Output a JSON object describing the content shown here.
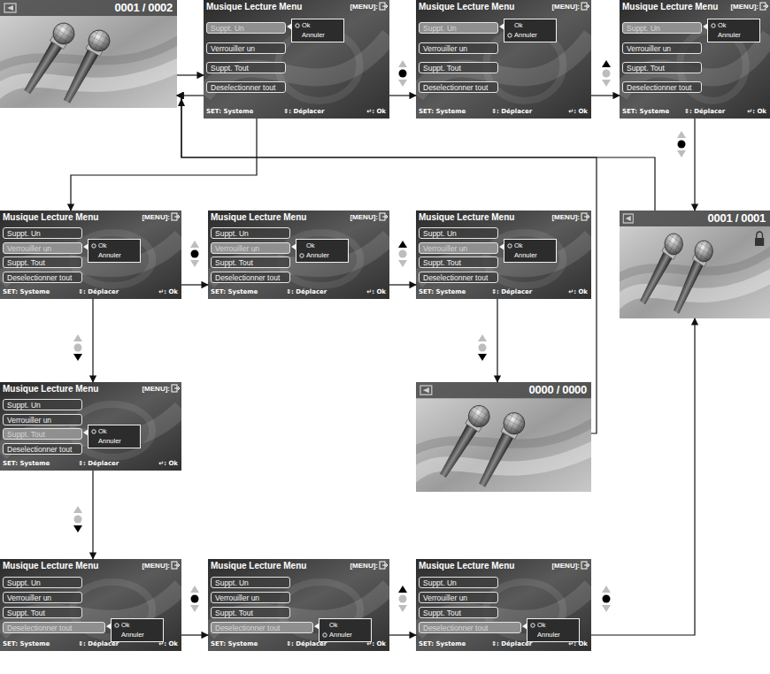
{
  "diagram": {
    "nodes": [
      {
        "text": [
          "0001 / 0002"
        ]
      },
      {
        "text": [
          "Musique Lecture Menu",
          "[MENU]:",
          "SET: Systeme",
          "⇕: Déplacer",
          "↵: Ok"
        ]
      },
      {
        "text": [
          "Suppt. Un"
        ],
        "in": 1
      },
      {
        "text": [
          "Verrouiller un"
        ],
        "in": 1
      },
      {
        "text": [
          "Suppt. Tout"
        ],
        "in": 1
      },
      {
        "text": [
          "Deselectionner tout"
        ],
        "in": 1
      },
      {
        "text": [
          "Ok",
          "Annuler"
        ],
        "in": 1
      },
      {
        "text": [
          "Musique Lecture Menu",
          "[MENU]:",
          "SET: Systeme",
          "⇕: Déplacer",
          "↵: Ok"
        ]
      },
      {
        "text": [
          "Suppt. Un"
        ],
        "in": 7
      },
      {
        "text": [
          "Verrouiller un"
        ],
        "in": 7
      },
      {
        "text": [
          "Suppt. Tout"
        ],
        "in": 7
      },
      {
        "text": [
          "Deselectionner tout"
        ],
        "in": 7
      },
      {
        "text": [
          "Ok",
          "Annuler"
        ],
        "in": 7
      },
      {
        "text": [
          "Musique Lecture Menu",
          "[MENU]:",
          "SET: Systeme",
          "⇕: Déplacer",
          "↵: Ok"
        ]
      },
      {
        "text": [
          "Suppt. Un"
        ],
        "in": 13
      },
      {
        "text": [
          "Verrouiller un"
        ],
        "in": 13
      },
      {
        "text": [
          "Suppt. Tout"
        ],
        "in": 13
      },
      {
        "text": [
          "Deselectionner tout"
        ],
        "in": 13
      },
      {
        "text": [
          "Ok",
          "Annuler"
        ],
        "in": 13
      },
      {
        "text": [
          "Musique Lecture Menu",
          "[MENU]:",
          "SET: Systeme",
          "⇕: Déplacer",
          "↵: Ok"
        ]
      },
      {
        "text": [
          "Suppt. Un"
        ],
        "in": 19
      },
      {
        "text": [
          "Verrouiller un"
        ],
        "in": 19
      },
      {
        "text": [
          "Suppt. Tout"
        ],
        "in": 19
      },
      {
        "text": [
          "Deselectionner tout"
        ],
        "in": 19
      },
      {
        "text": [
          "Ok",
          "Annuler"
        ],
        "in": 19
      },
      {
        "text": [
          "Musique Lecture Menu",
          "[MENU]:",
          "SET: Systeme",
          "⇕: Déplacer",
          "↵: Ok"
        ]
      },
      {
        "text": [
          "Suppt. Un"
        ],
        "in": 25
      },
      {
        "text": [
          "Verrouiller un"
        ],
        "in": 25
      },
      {
        "text": [
          "Suppt. Tout"
        ],
        "in": 25
      },
      {
        "text": [
          "Deselectionner tout"
        ],
        "in": 25
      },
      {
        "text": [
          "Ok",
          "Annuler"
        ],
        "in": 25
      },
      {
        "text": [
          "Musique Lecture Menu",
          "[MENU]:",
          "SET: Systeme",
          "⇕: Déplacer",
          "↵: Ok"
        ]
      },
      {
        "text": [
          "Suppt. Un"
        ],
        "in": 31
      },
      {
        "text": [
          "Verrouiller un"
        ],
        "in": 31
      },
      {
        "text": [
          "Suppt. Tout"
        ],
        "in": 31
      },
      {
        "text": [
          "Deselectionner tout"
        ],
        "in": 31
      },
      {
        "text": [
          "Ok",
          "Annuler"
        ],
        "in": 31
      },
      {
        "text": [
          "0001 / 0001"
        ]
      },
      {
        "text": [
          "Musique Lecture Menu",
          "[MENU]:",
          "SET: Systeme",
          "⇕: Déplacer",
          "↵: Ok"
        ]
      },
      {
        "text": [
          "Suppt. Un"
        ],
        "in": 38
      },
      {
        "text": [
          "Verrouiller un"
        ],
        "in": 38
      },
      {
        "text": [
          "Suppt. Tout"
        ],
        "in": 38
      },
      {
        "text": [
          "Deselectionner tout"
        ],
        "in": 38
      },
      {
        "text": [
          "Ok",
          "Annuler"
        ],
        "in": 38
      },
      {
        "text": [
          "0000 / 0000"
        ]
      },
      {
        "text": [
          "Musique Lecture Menu",
          "[MENU]:",
          "SET: Systeme",
          "⇕: Déplacer",
          "↵: Ok"
        ]
      },
      {
        "text": [
          "Suppt. Un"
        ],
        "in": 45
      },
      {
        "text": [
          "Verrouiller un"
        ],
        "in": 45
      },
      {
        "text": [
          "Suppt. Tout"
        ],
        "in": 45
      },
      {
        "text": [
          "Deselectionner tout"
        ],
        "in": 45
      },
      {
        "text": [
          "Ok",
          "Annuler"
        ],
        "in": 45
      },
      {
        "text": [
          "Musique Lecture Menu",
          "[MENU]:",
          "SET: Systeme",
          "⇕: Déplacer",
          "↵: Ok"
        ]
      },
      {
        "text": [
          "Suppt. Un"
        ],
        "in": 51
      },
      {
        "text": [
          "Verrouiller un"
        ],
        "in": 51
      },
      {
        "text": [
          "Suppt. Tout"
        ],
        "in": 51
      },
      {
        "text": [
          "Deselectionner tout"
        ],
        "in": 51
      },
      {
        "text": [
          "Ok",
          "Annuler"
        ],
        "in": 51
      },
      {
        "text": [
          "Musique Lecture Menu",
          "[MENU]:",
          "SET: Systeme",
          "⇕: Déplacer",
          "↵: Ok"
        ]
      },
      {
        "text": [
          "Suppt. Un"
        ],
        "in": 57
      },
      {
        "text": [
          "Verrouiller un"
        ],
        "in": 57
      },
      {
        "text": [
          "Suppt. Tout"
        ],
        "in": 57
      },
      {
        "text": [
          "Deselectionner tout"
        ],
        "in": 57
      },
      {
        "text": [
          "Ok",
          "Annuler"
        ],
        "in": 57
      }
    ],
    "edges": [
      {
        "from": 0,
        "to": 1,
        "arrow": "to"
      },
      {
        "from": 1,
        "to": 0,
        "arrow": "to"
      },
      {
        "from": 1,
        "to": 7,
        "arrow": "to"
      },
      {
        "from": 7,
        "to": 13,
        "arrow": "to"
      },
      {
        "from": 13,
        "to": 37,
        "arrow": "to"
      },
      {
        "from": 1,
        "to": 19,
        "arrow": "to"
      },
      {
        "from": 19,
        "to": 25,
        "arrow": "to"
      },
      {
        "from": 25,
        "to": 31,
        "arrow": "to"
      },
      {
        "from": 31,
        "to": 44,
        "arrow": "to"
      },
      {
        "from": 44,
        "to": 0,
        "arrow": "to"
      },
      {
        "from": 37,
        "to": 0,
        "arrow": "to"
      },
      {
        "from": 19,
        "to": 38,
        "arrow": "to"
      },
      {
        "from": 38,
        "to": 45,
        "arrow": "to"
      },
      {
        "from": 45,
        "to": 51,
        "arrow": "to"
      },
      {
        "from": 51,
        "to": 57,
        "arrow": "to"
      },
      {
        "from": 57,
        "to": 37,
        "arrow": "to"
      }
    ]
  }
}
